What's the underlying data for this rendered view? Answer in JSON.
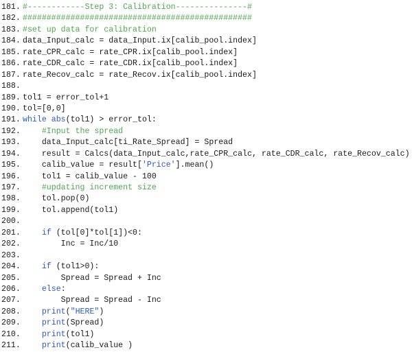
{
  "colors": {
    "keyword": "#2b5cc9",
    "comment": "#4fa84f",
    "string": "#2b5cc9",
    "text": "#1a1a1a",
    "background": "#ffffff"
  },
  "lines": [
    {
      "n": "181.",
      "tokens": [
        [
          "cm",
          "#------------Step 3: Calibration---------------#"
        ]
      ]
    },
    {
      "n": "182.",
      "tokens": [
        [
          "cm",
          "################################################"
        ]
      ]
    },
    {
      "n": "183.",
      "tokens": [
        [
          "cm",
          "#set up data for calibration"
        ]
      ]
    },
    {
      "n": "184.",
      "tokens": [
        [
          "plain",
          "data_Input_calc = data_Input.ix[calib_pool.index]"
        ]
      ]
    },
    {
      "n": "185.",
      "tokens": [
        [
          "plain",
          "rate_CPR_calc = rate_CPR.ix[calib_pool.index]"
        ]
      ]
    },
    {
      "n": "186.",
      "tokens": [
        [
          "plain",
          "rate_CDR_calc = rate_CDR.ix[calib_pool.index]"
        ]
      ]
    },
    {
      "n": "187.",
      "tokens": [
        [
          "plain",
          "rate_Recov_calc = rate_Recov.ix[calib_pool.index]"
        ]
      ]
    },
    {
      "n": "188.",
      "tokens": []
    },
    {
      "n": "189.",
      "tokens": [
        [
          "plain",
          "tol1 = error_tol+1"
        ]
      ]
    },
    {
      "n": "190.",
      "tokens": [
        [
          "plain",
          "tol=[0,0]"
        ]
      ]
    },
    {
      "n": "191.",
      "tokens": [
        [
          "kw",
          "while"
        ],
        [
          "plain",
          " "
        ],
        [
          "fn",
          "abs"
        ],
        [
          "plain",
          "(tol1) > error_tol:"
        ]
      ]
    },
    {
      "n": "192.",
      "tokens": [
        [
          "plain",
          "    "
        ],
        [
          "cm",
          "#Input the spread"
        ]
      ]
    },
    {
      "n": "193.",
      "tokens": [
        [
          "plain",
          "    data_Input_calc[ti_Rate_Spread] = Spread"
        ]
      ]
    },
    {
      "n": "194.",
      "tokens": [
        [
          "plain",
          "    result = Calcs(data_Input_calc,rate_CPR_calc, rate_CDR_calc, rate_Recov_calc)"
        ]
      ]
    },
    {
      "n": "195.",
      "tokens": [
        [
          "plain",
          "    calib_value = result["
        ],
        [
          "str",
          "'Price'"
        ],
        [
          "plain",
          "].mean()"
        ]
      ]
    },
    {
      "n": "196.",
      "tokens": [
        [
          "plain",
          "    tol1 = calib_value - 100"
        ]
      ]
    },
    {
      "n": "197.",
      "tokens": [
        [
          "plain",
          "    "
        ],
        [
          "cm",
          "#updating increment size"
        ]
      ]
    },
    {
      "n": "198.",
      "tokens": [
        [
          "plain",
          "    tol.pop(0)"
        ]
      ]
    },
    {
      "n": "199.",
      "tokens": [
        [
          "plain",
          "    tol.append(tol1)"
        ]
      ]
    },
    {
      "n": "200.",
      "tokens": []
    },
    {
      "n": "201.",
      "tokens": [
        [
          "plain",
          "    "
        ],
        [
          "kw",
          "if"
        ],
        [
          "plain",
          " (tol[0]*tol[1])<0:"
        ]
      ]
    },
    {
      "n": "202.",
      "tokens": [
        [
          "plain",
          "        Inc = Inc/10"
        ]
      ]
    },
    {
      "n": "203.",
      "tokens": []
    },
    {
      "n": "204.",
      "tokens": [
        [
          "plain",
          "    "
        ],
        [
          "kw",
          "if"
        ],
        [
          "plain",
          " (tol1>0):"
        ]
      ]
    },
    {
      "n": "205.",
      "tokens": [
        [
          "plain",
          "        Spread = Spread + Inc"
        ]
      ]
    },
    {
      "n": "206.",
      "tokens": [
        [
          "plain",
          "    "
        ],
        [
          "kw",
          "else"
        ],
        [
          "plain",
          ":"
        ]
      ]
    },
    {
      "n": "207.",
      "tokens": [
        [
          "plain",
          "        Spread = Spread - Inc"
        ]
      ]
    },
    {
      "n": "208.",
      "tokens": [
        [
          "plain",
          "    "
        ],
        [
          "fn",
          "print"
        ],
        [
          "plain",
          "("
        ],
        [
          "str",
          "\"HERE\""
        ],
        [
          "plain",
          ")"
        ]
      ]
    },
    {
      "n": "209.",
      "tokens": [
        [
          "plain",
          "    "
        ],
        [
          "fn",
          "print"
        ],
        [
          "plain",
          "(Spread)"
        ]
      ]
    },
    {
      "n": "210.",
      "tokens": [
        [
          "plain",
          "    "
        ],
        [
          "fn",
          "print"
        ],
        [
          "plain",
          "(tol1)"
        ]
      ]
    },
    {
      "n": "211.",
      "tokens": [
        [
          "plain",
          "    "
        ],
        [
          "fn",
          "print"
        ],
        [
          "plain",
          "(calib_value )"
        ]
      ]
    }
  ]
}
